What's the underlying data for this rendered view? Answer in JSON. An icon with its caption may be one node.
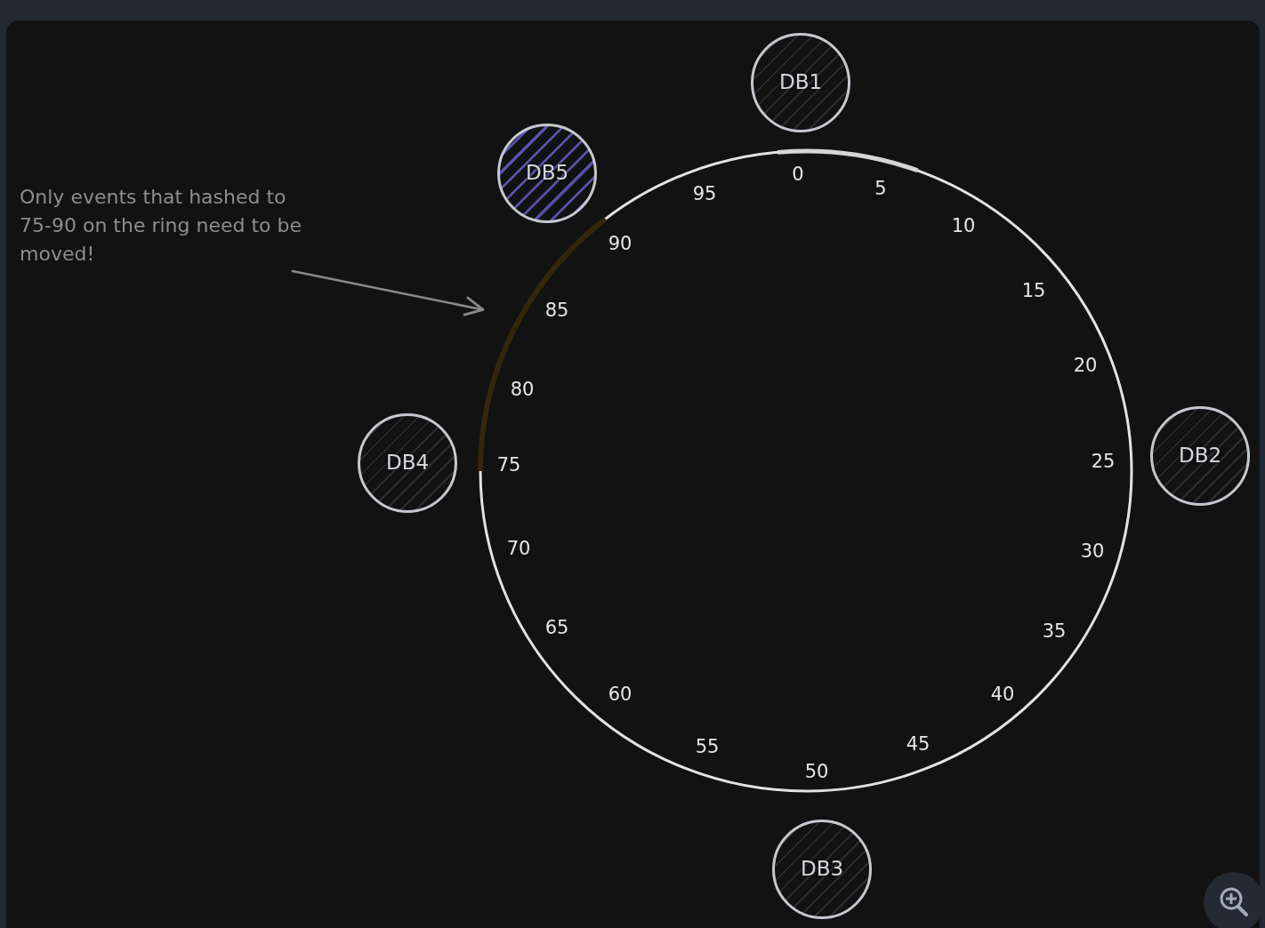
{
  "diagram": {
    "nodes": [
      {
        "text": [
          "DB1"
        ]
      },
      {
        "text": [
          "DB5"
        ]
      },
      {
        "text": [
          "Only events that hashed to 75-90 on the ring need to be moved!"
        ]
      },
      {
        "text": [],
        "shape": "arc"
      },
      {
        "text": [
          "DB4"
        ]
      },
      {
        "text": [
          "DB2"
        ]
      },
      {
        "text": [
          "DB3"
        ]
      }
    ],
    "edges": [
      {
        "from": 2,
        "to": 3,
        "arrow": "to"
      }
    ],
    "labels": [
      "0",
      "5",
      "10",
      "15",
      "20",
      "25",
      "30",
      "35",
      "40",
      "45",
      "50",
      "55",
      "60",
      "65",
      "70",
      "75",
      "80",
      "85",
      "90",
      "95"
    ]
  }
}
